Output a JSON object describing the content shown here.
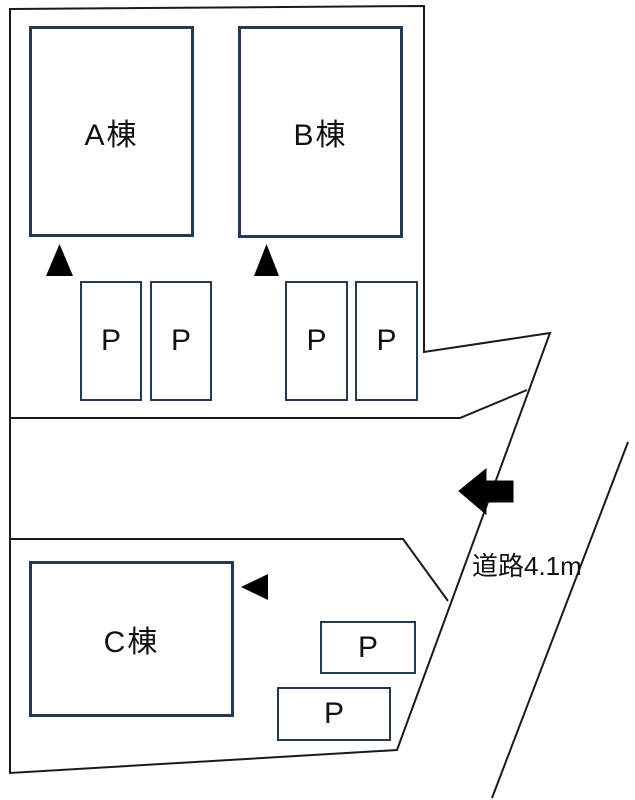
{
  "plan": {
    "kind": "residential-site-plan",
    "buildings": [
      {
        "id": "A",
        "label": "A棟"
      },
      {
        "id": "B",
        "label": "B棟"
      },
      {
        "id": "C",
        "label": "C棟"
      }
    ],
    "parking_spots": [
      {
        "id": "P1",
        "label": "P"
      },
      {
        "id": "P2",
        "label": "P"
      },
      {
        "id": "P3",
        "label": "P"
      },
      {
        "id": "P4",
        "label": "P"
      },
      {
        "id": "P5",
        "label": "P"
      },
      {
        "id": "P6",
        "label": "P"
      }
    ],
    "road": {
      "label": "道路4.1m"
    },
    "icons": {
      "entrance_marker_a": "up-triangle",
      "entrance_marker_b": "up-triangle",
      "entrance_marker_c": "left-triangle",
      "road_direction": "left-block-arrow"
    },
    "colors": {
      "boundary_line": "#1a1a1a",
      "building_border": "#233a52",
      "text": "#111111",
      "background": "#ffffff",
      "arrow_fill": "#000000"
    }
  }
}
